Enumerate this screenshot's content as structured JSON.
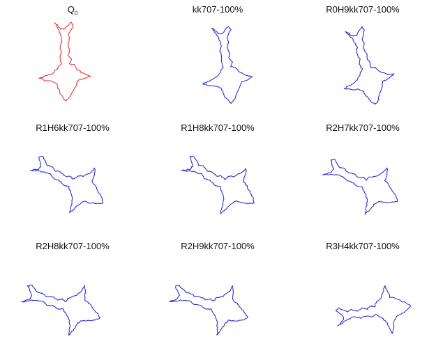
{
  "query": {
    "title_main": "Q",
    "title_sub": "0",
    "color": "#e0393b"
  },
  "results": [
    {
      "title": "kk707-100%",
      "color": "#2b2bd6"
    },
    {
      "title": "R0H9kk707-100%",
      "color": "#2b2bd6"
    },
    {
      "title": "R1H6kk707-100%",
      "color": "#2b2bd6"
    },
    {
      "title": "R1H8kk707-100%",
      "color": "#2b2bd6"
    },
    {
      "title": "R2H7kk707-100%",
      "color": "#2b2bd6"
    },
    {
      "title": "R2H8kk707-100%",
      "color": "#2b2bd6"
    },
    {
      "title": "R2H9kk707-100%",
      "color": "#2b2bd6"
    },
    {
      "title": "R3H4kk707-100%",
      "color": "#2b2bd6"
    }
  ]
}
